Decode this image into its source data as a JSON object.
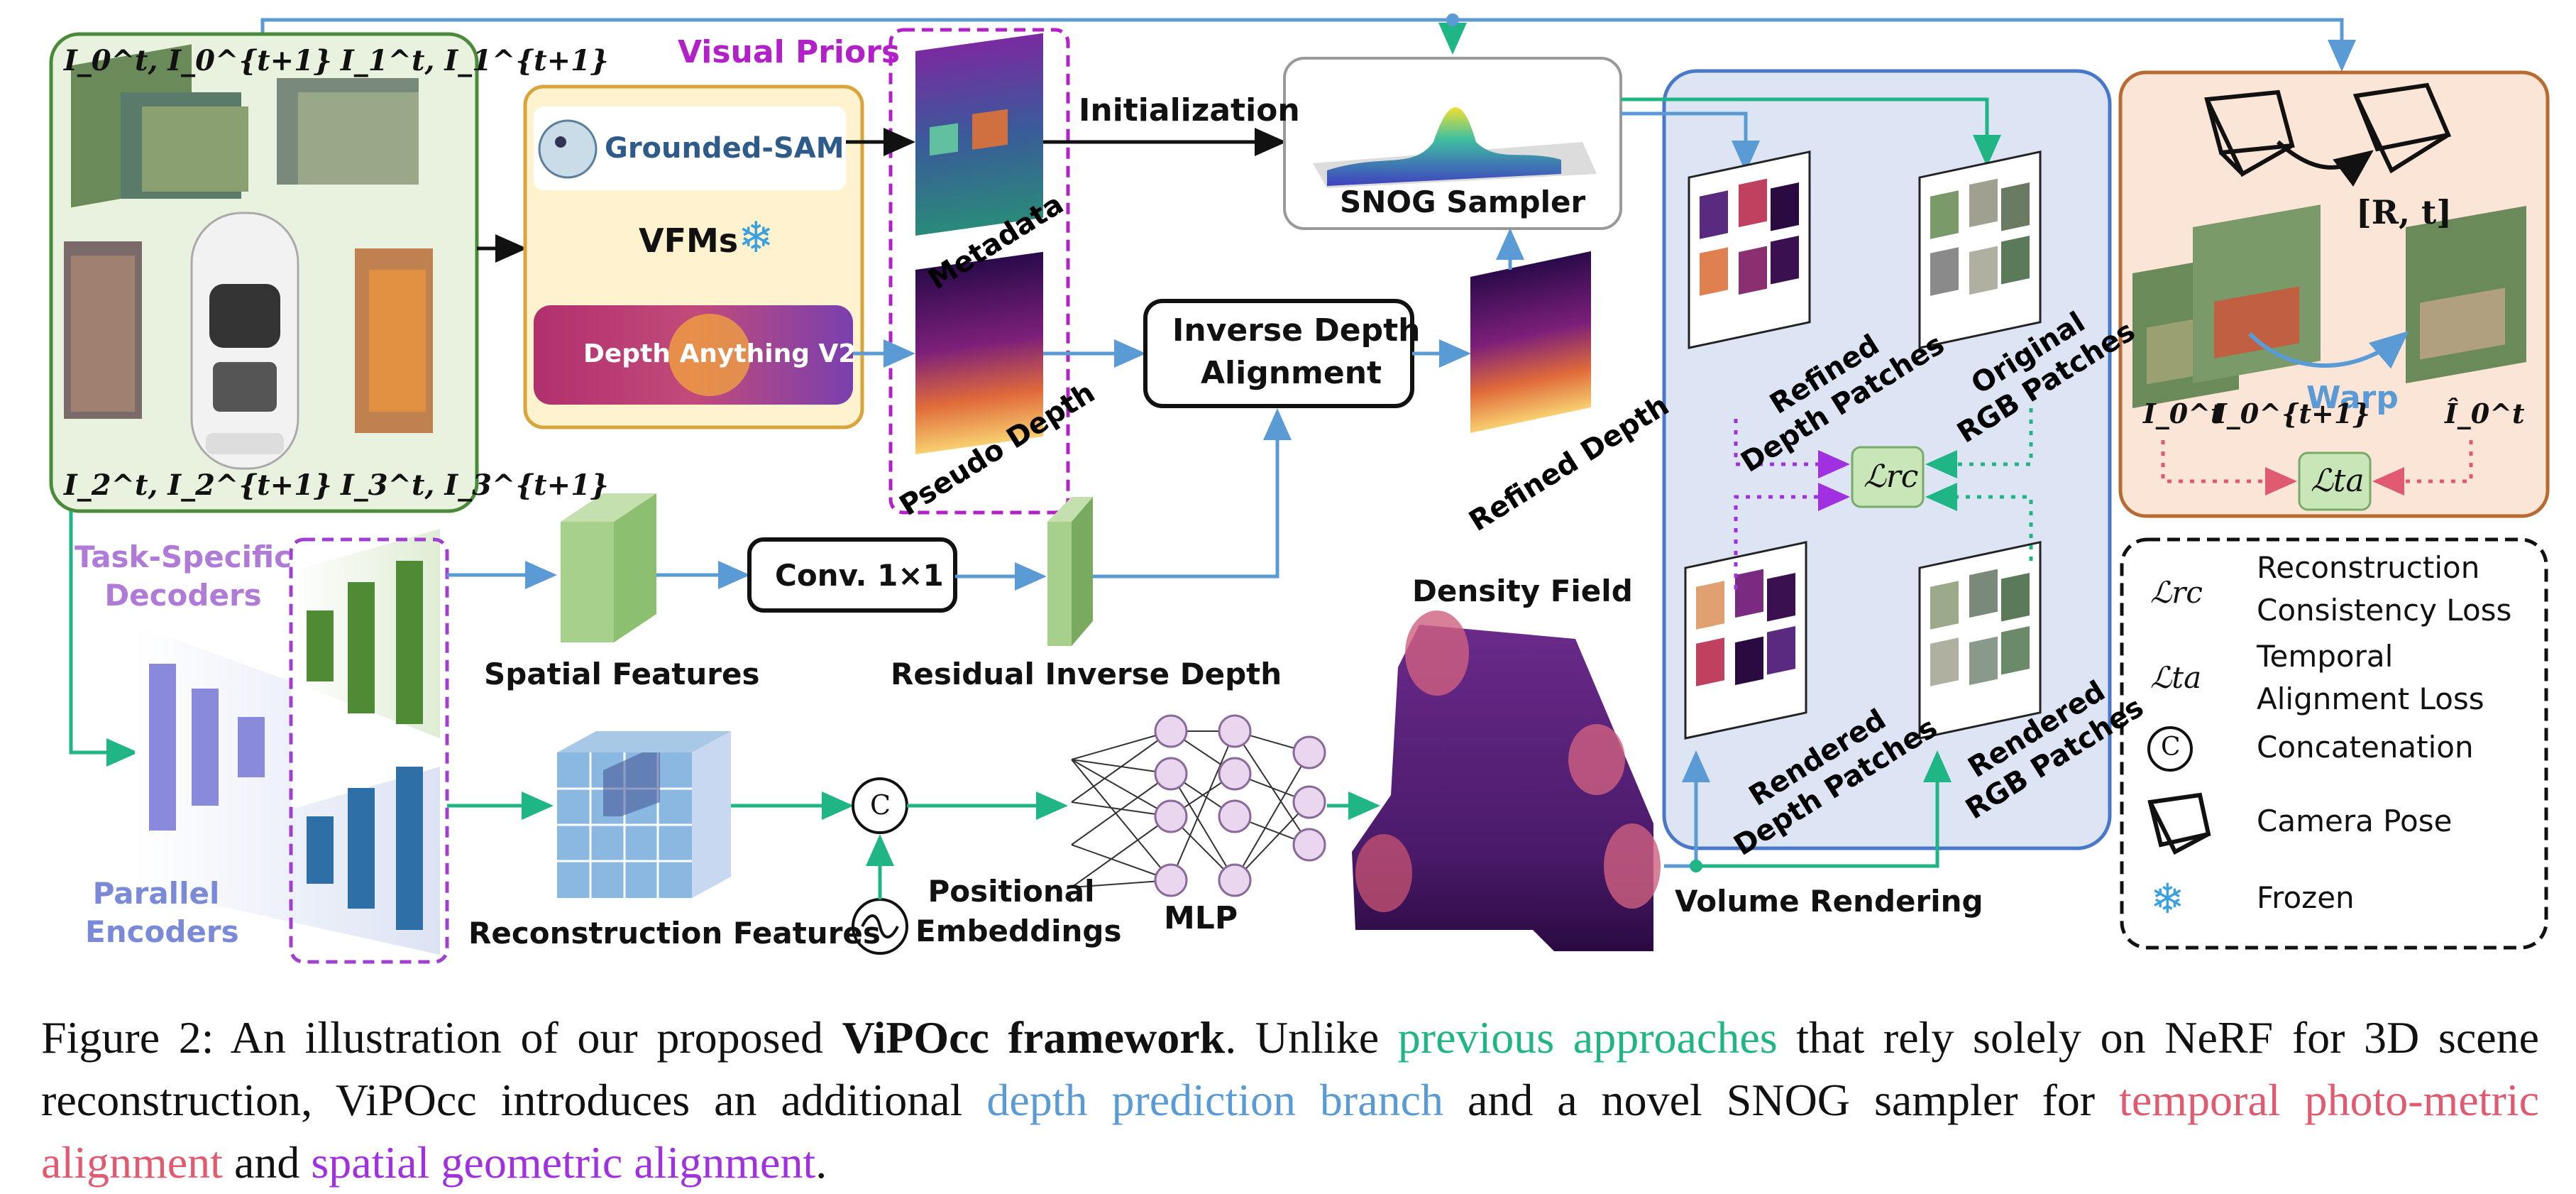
{
  "figure": {
    "input_labels": {
      "cam0": "I_0^t, I_0^{t+1}",
      "cam1": "I_1^t, I_1^{t+1}",
      "cam2": "I_2^t, I_2^{t+1}",
      "cam3": "I_3^t, I_3^{t+1}"
    },
    "visual_priors": "Visual Priors",
    "grounded_sam": "Grounded-SAM",
    "vfms": "VFMs",
    "depth_anything": "Depth Anything V2",
    "metadata": "Metadata",
    "pseudo_depth": "Pseudo Depth",
    "initialization": "Initialization",
    "snog_sampler": "SNOG Sampler",
    "inverse_depth_alignment_1": "Inverse Depth",
    "inverse_depth_alignment_2": "Alignment",
    "refined_depth": "Refined Depth",
    "refined_depth_patches_1": "Refined",
    "refined_depth_patches_2": "Depth Patches",
    "original_rgb_patches_1": "Original",
    "original_rgb_patches_2": "RGB Patches",
    "rendered_depth_patches_1": "Rendered",
    "rendered_depth_patches_2": "Depth Patches",
    "rendered_rgb_patches_1": "Rendered",
    "rendered_rgb_patches_2": "RGB Patches",
    "loss_rc": "ℒrc",
    "loss_ta": "ℒta",
    "pose": "[R, t]",
    "warp": "Warp",
    "warp_labels": {
      "i0t": "I_0^t",
      "i0t1": "I_0^{t+1}",
      "i0hat": "Î_0^t"
    },
    "task_specific_decoders_1": "Task-Specific",
    "task_specific_decoders_2": "Decoders",
    "parallel_encoders_1": "Parallel",
    "parallel_encoders_2": "Encoders",
    "spatial_features": "Spatial Features",
    "conv": "Conv. 1×1",
    "residual_inverse_depth": "Residual Inverse Depth",
    "density_field": "Density Field",
    "reconstruction_features": "Reconstruction Features",
    "concat_symbol": "C",
    "positional_embeddings_1": "Positional",
    "positional_embeddings_2": "Embeddings",
    "mlp": "MLP",
    "volume_rendering": "Volume Rendering",
    "legend": [
      {
        "symbol": "ℒrc",
        "line1": "Reconstruction",
        "line2": "Consistency Loss"
      },
      {
        "symbol": "ℒta",
        "line1": "Temporal",
        "line2": "Alignment Loss"
      },
      {
        "symbol": "C",
        "line1": "Concatenation",
        "line2": ""
      },
      {
        "symbol": "camera-pose-icon",
        "line1": "Camera Pose",
        "line2": ""
      },
      {
        "symbol": "snowflake-icon",
        "line1": "Frozen",
        "line2": ""
      }
    ],
    "colors": {
      "blue_arrow": "#5b9bd5",
      "green_arrow": "#1fb585",
      "purple": "#b121c7",
      "loss_green": "#c8e6b8",
      "orange_panel": "#fbe5d6",
      "blue_panel": "#dde4f4",
      "input_panel": "#e8f2de"
    }
  },
  "caption": {
    "prefix": "Figure 2: An illustration of our proposed ",
    "bold": "ViPOcc framework",
    "part1": ". Unlike ",
    "green_text": "previous approaches",
    "part2": " that rely solely on NeRF for 3D scene reconstruction, ViPOcc introduces an additional ",
    "blue_text": "depth prediction branch",
    "part3": " and a novel SNOG sampler for ",
    "red_text": "temporal photo-metric alignment",
    "part4": " and ",
    "purple_text": "spatial geometric alignment",
    "part5": "."
  }
}
